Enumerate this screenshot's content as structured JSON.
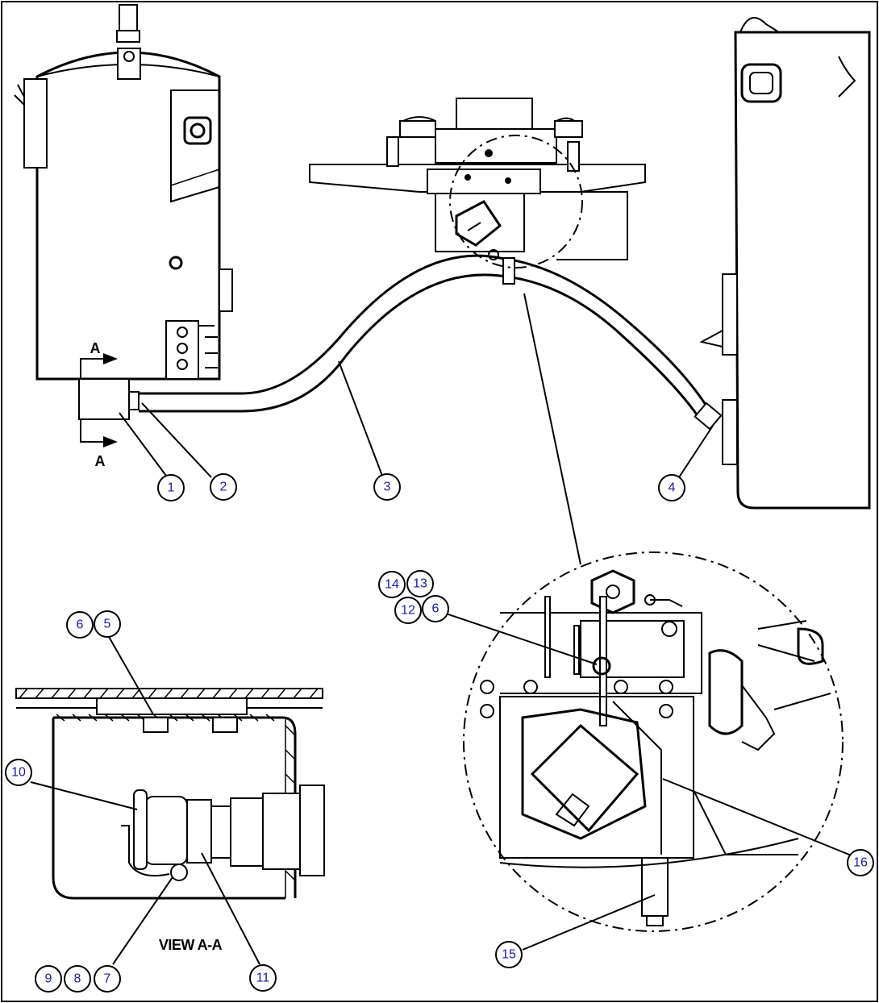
{
  "view_label": "VIEW A-A",
  "section_marks": {
    "top": "A",
    "bottom": "A"
  },
  "callouts": [
    {
      "id": "c1",
      "text": "1"
    },
    {
      "id": "c2",
      "text": "2"
    },
    {
      "id": "c3",
      "text": "3"
    },
    {
      "id": "c4",
      "text": "4"
    },
    {
      "id": "c14",
      "text": "14"
    },
    {
      "id": "c13",
      "text": "13"
    },
    {
      "id": "c12",
      "text": "12"
    },
    {
      "id": "c6a",
      "text": "6"
    },
    {
      "id": "c6b",
      "text": "6"
    },
    {
      "id": "c5",
      "text": "5"
    },
    {
      "id": "c10",
      "text": "10"
    },
    {
      "id": "c16",
      "text": "16"
    },
    {
      "id": "c15",
      "text": "15"
    },
    {
      "id": "c9",
      "text": "9"
    },
    {
      "id": "c8",
      "text": "8"
    },
    {
      "id": "c7",
      "text": "7"
    },
    {
      "id": "c11",
      "text": "11"
    }
  ]
}
